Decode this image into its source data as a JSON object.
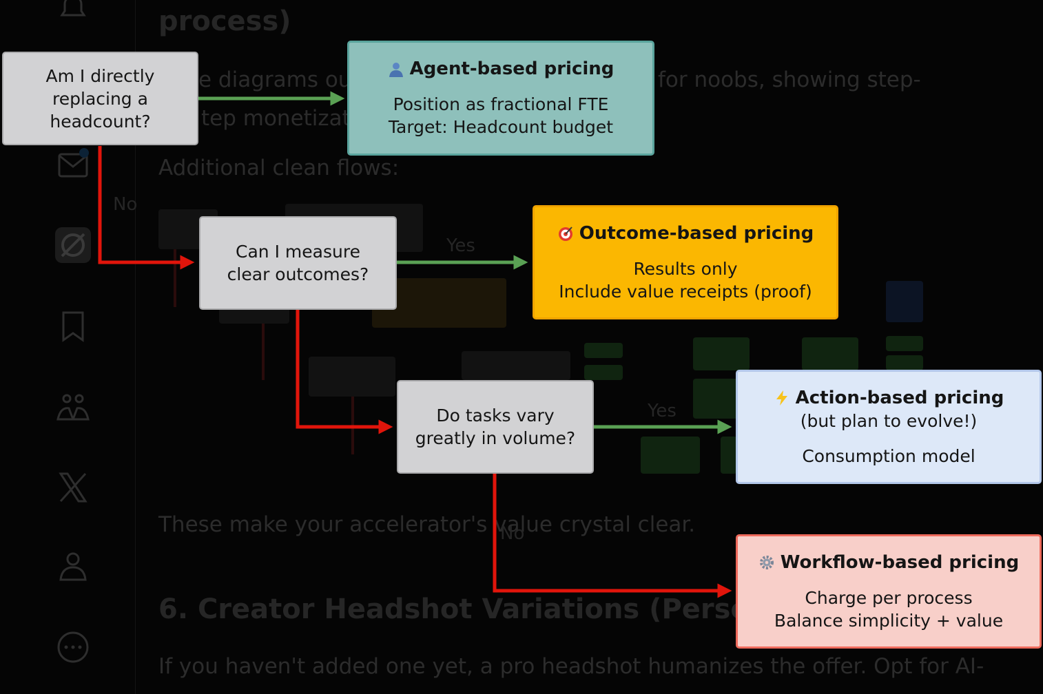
{
  "background": {
    "lines": [
      "process)",
      "e diagrams out",
      "for noobs, showing step-",
      "tep monetizati",
      "Additional clean flows:",
      "These make your accelerator's value crystal clear.",
      "6. Creator Headshot Variations (Personal tr",
      "If you haven't added one yet, a pro headshot humanizes the offer. Opt for AI-"
    ],
    "branch_labels": {
      "no_1": "No",
      "yes_2": "Yes",
      "yes_3": "Yes",
      "no_3": "No"
    },
    "sidebar_icons": [
      "bell-icon",
      "mail-icon",
      "grok-icon",
      "bookmark-icon",
      "communities-icon",
      "x-logo-icon",
      "profile-icon",
      "more-icon"
    ]
  },
  "diagram": {
    "q1": {
      "lines": [
        "Am I directly",
        "replacing a",
        "headcount?"
      ]
    },
    "q2": {
      "lines": [
        "Can I measure",
        "clear outcomes?"
      ]
    },
    "q3": {
      "lines": [
        "Do tasks vary",
        "greatly in volume?"
      ]
    },
    "agent": {
      "icon": "person-icon",
      "title": "Agent-based pricing",
      "lines": [
        "Position as fractional FTE",
        "Target: Headcount budget"
      ]
    },
    "outcome": {
      "icon": "target-icon",
      "title": "Outcome-based pricing",
      "lines": [
        "Results only",
        "Include value receipts (proof)"
      ]
    },
    "action": {
      "icon": "lightning-icon",
      "title": "Action-based pricing",
      "subtitle": "(but plan to evolve!)",
      "lines": [
        "Consumption model"
      ]
    },
    "workflow": {
      "icon": "gear-icon",
      "title": "Workflow-based pricing",
      "lines": [
        "Charge per process",
        "Balance simplicity + value"
      ]
    },
    "colors": {
      "yes_arrow": "#5aa154",
      "no_arrow": "#e1150b",
      "agent": "#8ec0bb",
      "outcome": "#fbb701",
      "action": "#dde8f8",
      "workflow": "#f8cfc9",
      "question": "#d2d2d4"
    }
  }
}
